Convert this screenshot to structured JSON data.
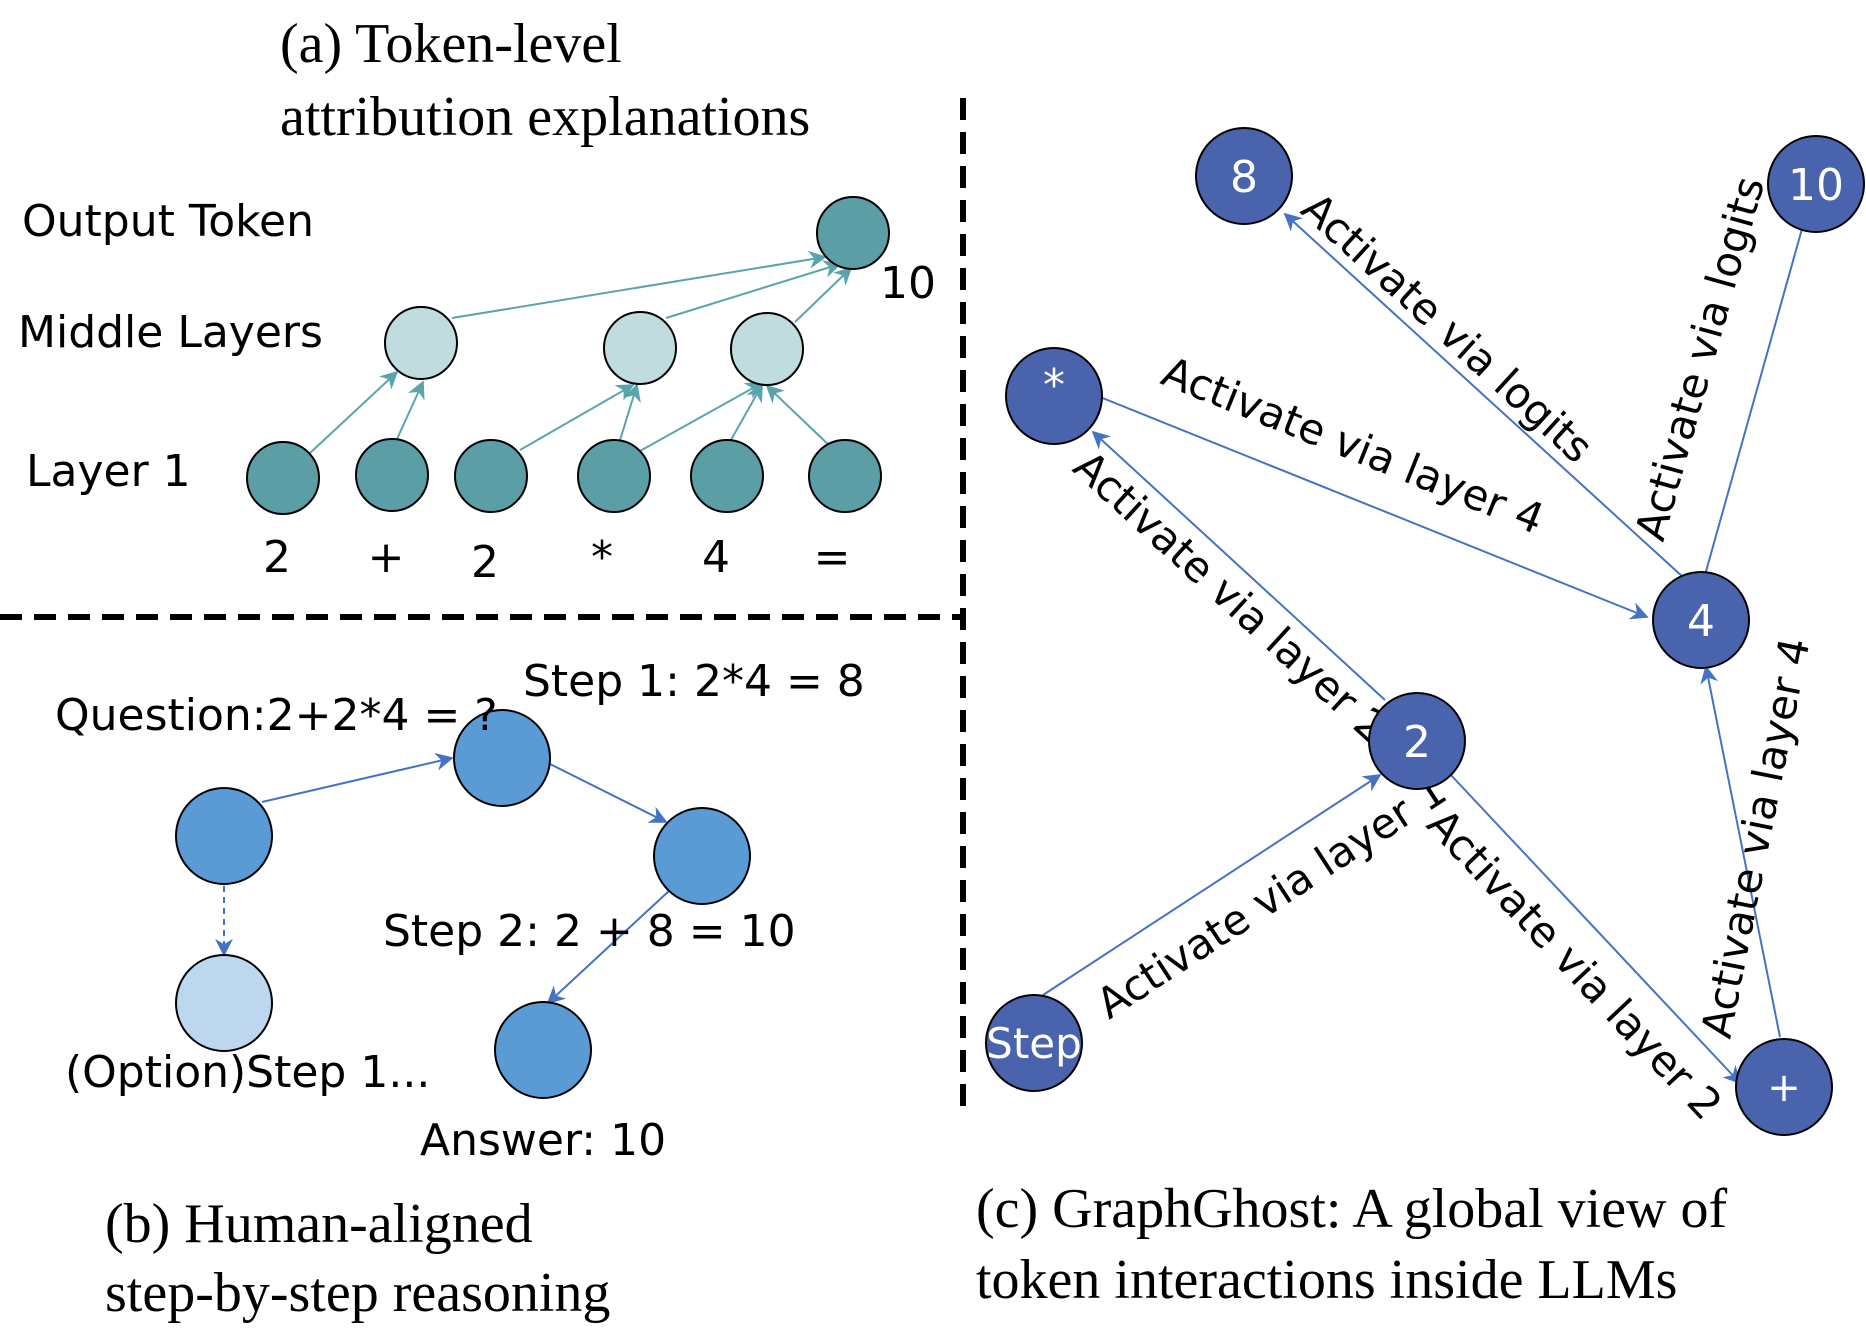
{
  "panel_a": {
    "caption_line1": "(a) Token-level",
    "caption_line2": "attribution explanations",
    "row_output": "Output Token",
    "row_middle": "Middle Layers",
    "row_layer1": "Layer 1",
    "output_value": "10",
    "tokens": [
      "2",
      "+",
      "2",
      "*",
      "4",
      "="
    ]
  },
  "panel_b": {
    "question": "Question:2+2*4 = ?",
    "step1": "Step 1: 2*4 = 8",
    "step2": "Step 2: 2 + 8 = 10",
    "option": "(Option)Step 1...",
    "answer": "Answer: 10",
    "caption_line1": "(b) Human-aligned",
    "caption_line2": "step-by-step reasoning"
  },
  "panel_c": {
    "nodes": {
      "n8": "8",
      "n10": "10",
      "star": "*",
      "n4": "4",
      "n2": "2",
      "step": "Step",
      "plus": "+"
    },
    "edges": {
      "e_4_8": "Activate via logits",
      "e_4_10": "Activate via logits",
      "e_star_4": "Activate via layer 4",
      "e_2_star": "Activate via layer 2",
      "e_step_2": "Activate via layer 1",
      "e_2_plus": "Activate via layer 2",
      "e_plus_4": "Activate via layer 4"
    },
    "caption_line1": "(c) GraphGhost: A global view of",
    "caption_line2": "token interactions inside LLMs"
  },
  "colors": {
    "teal_dark": "#5b9ea6",
    "teal_light": "#c0dcdf",
    "blue_mid": "#5b9bd5",
    "blue_light": "#bdd7ee",
    "navy": "#4a63ad",
    "edge_teal": "#5aa5ad",
    "edge_blue": "#4472c4"
  }
}
